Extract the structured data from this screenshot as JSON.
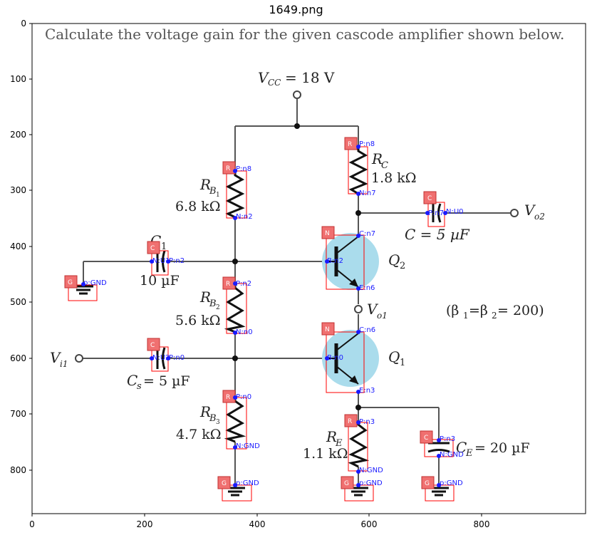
{
  "window_title": "1649.png",
  "axes": {
    "x_ticks": [
      "0",
      "200",
      "400",
      "600",
      "800"
    ],
    "y_ticks": [
      "0",
      "100",
      "200",
      "300",
      "400",
      "500",
      "600",
      "700",
      "800"
    ]
  },
  "question": "Calculate the voltage gain for the given cascode amplifier shown below.",
  "labels": {
    "vcc": "V",
    "vcc_sub": "CC",
    "vcc_val": "= 18 V",
    "rc_name": "R",
    "rc_sub": "C",
    "rc_val": "1.8 kΩ",
    "rb1_name": "R",
    "rb1_sub": "B",
    "rb1_subsub": "1",
    "rb1_val": "6.8 kΩ",
    "rb2_name": "R",
    "rb2_sub": "B",
    "rb2_subsub": "2",
    "rb2_val": "5.6 kΩ",
    "rb3_name": "R",
    "rb3_sub": "B",
    "rb3_subsub": "3",
    "rb3_val": "4.7 kΩ",
    "re_name": "R",
    "re_sub": "E",
    "re_val": "1.1 kΩ",
    "c1_name": "C",
    "c1_sub": "1",
    "c1_val": "10 µF",
    "c_out": "C = 5 µF",
    "cs": "C",
    "cs_sub": "s",
    "cs_val": "= 5 µF",
    "ce": "C",
    "ce_sub": "E",
    "ce_val": "= 20 µF",
    "q2": "Q",
    "q2_sub": "2",
    "q1": "Q",
    "q1_sub": "1",
    "vo2": "V",
    "vo2_sub": "o2",
    "vo1": "V",
    "vo1_sub": "o1",
    "vi1": "V",
    "vi1_sub": "i1",
    "beta": "(β",
    "beta_sub1": "1",
    "beta_mid": "=β",
    "beta_sub2": "2",
    "beta_val": "= 200)"
  },
  "annotations": {
    "rc_tag": "R",
    "rc_p": "P:n8",
    "rc_n": "N:n7",
    "rb1_tag": "R",
    "rb1_p": "P:n8",
    "rb1_n": "N:n2",
    "c_out_tag": "C",
    "c_out_p": "P:n7",
    "c_out_n": "N:U0",
    "q2_tag": "N",
    "q2_c": "C:n7",
    "q2_b": "B:n2",
    "q2_e": "E:n6",
    "c1_tag": "C",
    "c1_n": "N:U1",
    "c1_p": "P:n2",
    "gnd1_tag": "G",
    "gnd1_p": "p:GND",
    "rb2_tag": "R",
    "rb2_p": "P:n2",
    "rb2_n": "N:n0",
    "q1_tag": "N",
    "q1_c": "C:n6",
    "q1_b": "B:n0",
    "q1_e": "E:n3",
    "cs_tag": "C",
    "cs_n": "N:U2",
    "cs_p": "P:n0",
    "rb3_tag": "R",
    "rb3_p": "P:n0",
    "rb3_n": "N:GND",
    "re_tag": "R",
    "re_p": "P:n3",
    "re_n": "N:GND",
    "ce_tag": "C",
    "ce_p": "P:n3",
    "ce_n": "N:GND",
    "gnd2_tag": "G",
    "gnd2_p": "p:GND",
    "gnd3_tag": "G",
    "gnd3_p": "p:GND",
    "gnd4_tag": "G",
    "gnd4_p": "p:GND"
  },
  "colors": {
    "annotation_box": "#ff0000",
    "annotation_text": "#1a1aff",
    "transistor_fill": "#aadcec",
    "wire": "#555555"
  }
}
